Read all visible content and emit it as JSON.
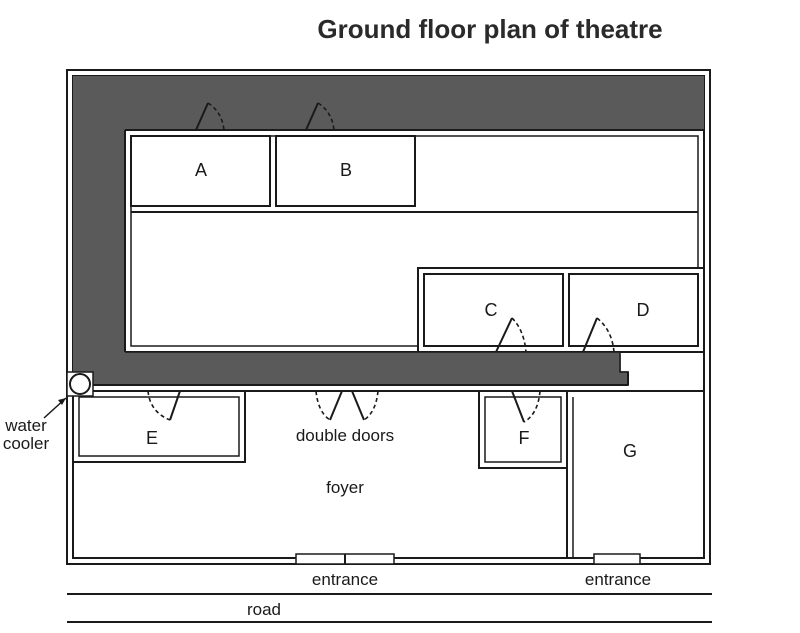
{
  "title": "Ground floor plan of theatre",
  "labels": {
    "room_a": "A",
    "room_b": "B",
    "room_c": "C",
    "room_d": "D",
    "room_e": "E",
    "room_f": "F",
    "room_g": "G",
    "double_doors": "double doors",
    "foyer": "foyer",
    "entrance_left": "entrance",
    "entrance_right": "entrance",
    "road": "road",
    "water_cooler_line1": "water",
    "water_cooler_line2": "cooler"
  },
  "colors": {
    "corridor": "#5a5a5a",
    "wall": "#1a1a1a",
    "background": "#ffffff"
  }
}
